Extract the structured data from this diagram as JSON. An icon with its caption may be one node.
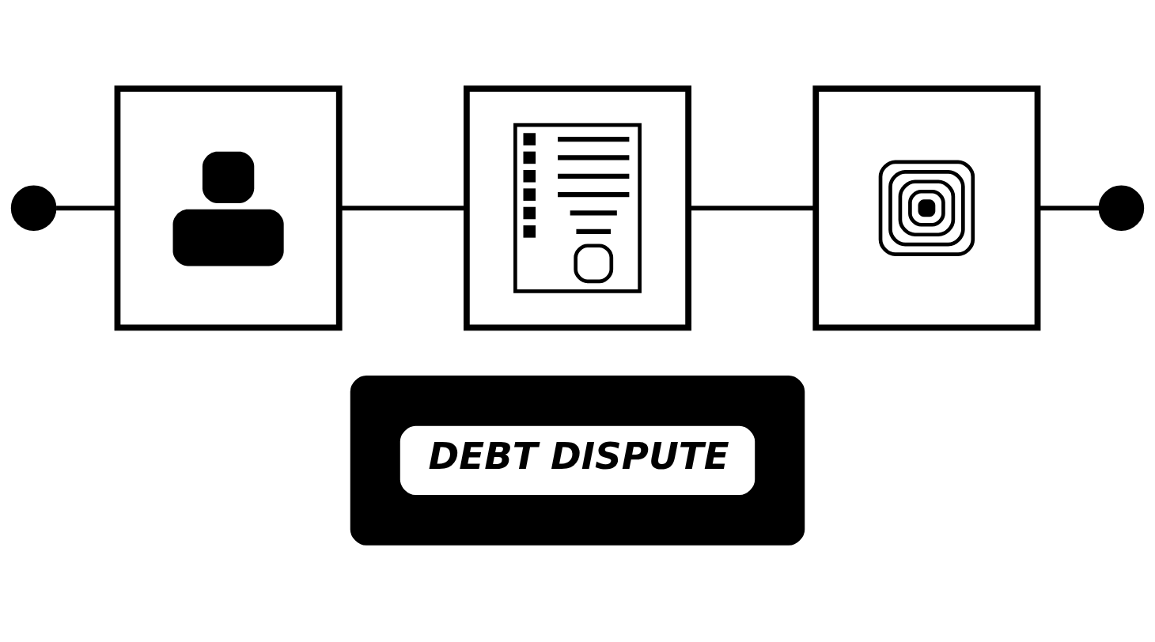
{
  "diagram": {
    "nodes": [
      {
        "text": [],
        "shape": "circle"
      },
      {
        "text": [],
        "shape": "picture"
      },
      {
        "text": [],
        "shape": "picture"
      },
      {
        "text": [],
        "shape": "picture"
      },
      {
        "text": [],
        "shape": "circle"
      },
      {
        "text": [],
        "shape": "gear"
      },
      {
        "text": [
          "DEBT DISPUTE"
        ],
        "in": 5
      }
    ],
    "edges": [
      {
        "from": 0,
        "to": 1,
        "arrow": "none"
      },
      {
        "from": 1,
        "to": 2,
        "arrow": "none"
      },
      {
        "from": 2,
        "to": 3,
        "arrow": "none"
      },
      {
        "from": 3,
        "to": 4,
        "arrow": "none"
      }
    ]
  }
}
